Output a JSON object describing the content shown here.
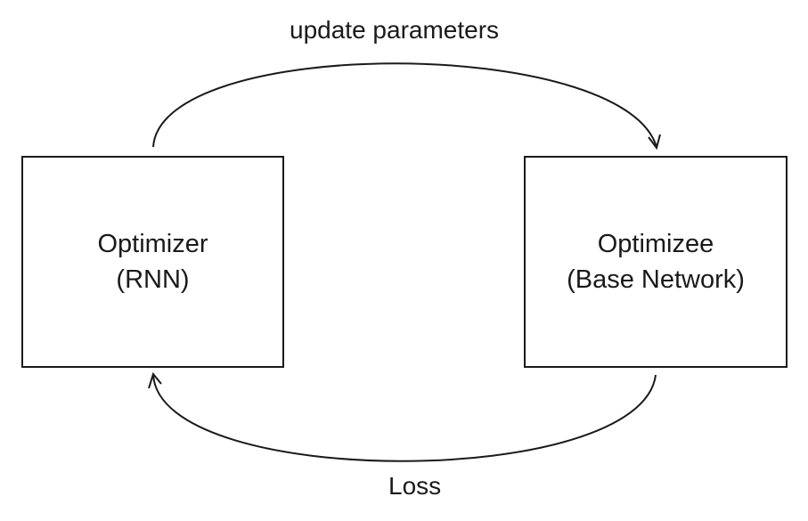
{
  "nodes": {
    "optimizer": {
      "line1": "Optimizer",
      "line2": "(RNN)"
    },
    "optimizee": {
      "line1": "Optimizee",
      "line2": "(Base Network)"
    }
  },
  "edges": {
    "update": {
      "label": "update parameters",
      "from": "optimizer",
      "to": "optimizee"
    },
    "loss": {
      "label": "Loss",
      "from": "optimizee",
      "to": "optimizer"
    }
  },
  "colors": {
    "stroke": "#1a1a1a",
    "background": "#ffffff"
  }
}
